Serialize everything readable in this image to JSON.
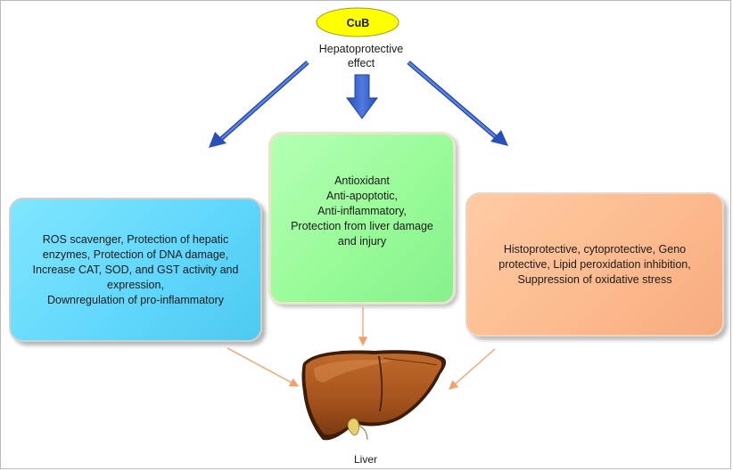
{
  "source": {
    "label": "CuB",
    "effect": "Hepatoprotective\neffect"
  },
  "boxes": {
    "left": "ROS scavenger, Protection of hepatic\nenzymes, Protection of DNA damage,\nIncrease CAT, SOD, and GST activity and\nexpression,\nDownregulation of pro-inflammatory",
    "center": "Antioxidant\nAnti-apoptotic,\nAnti-inflammatory,\nProtection from liver damage\nand injury",
    "right": "Histoprotective, cytoprotective, Geno\nprotective, Lipid peroxidation inhibition,\nSuppression of oxidative stress"
  },
  "target": {
    "label": "Liver",
    "icon": "liver-icon"
  },
  "colors": {
    "source_fill": "#ffff00",
    "arrow_blue": "#3a5fcd",
    "arrow_orange": "#f4a06a",
    "left_box": "#5fd6fb",
    "center_box": "#98fb98",
    "right_box": "#fcb98d",
    "liver_main": "#a8561f"
  }
}
